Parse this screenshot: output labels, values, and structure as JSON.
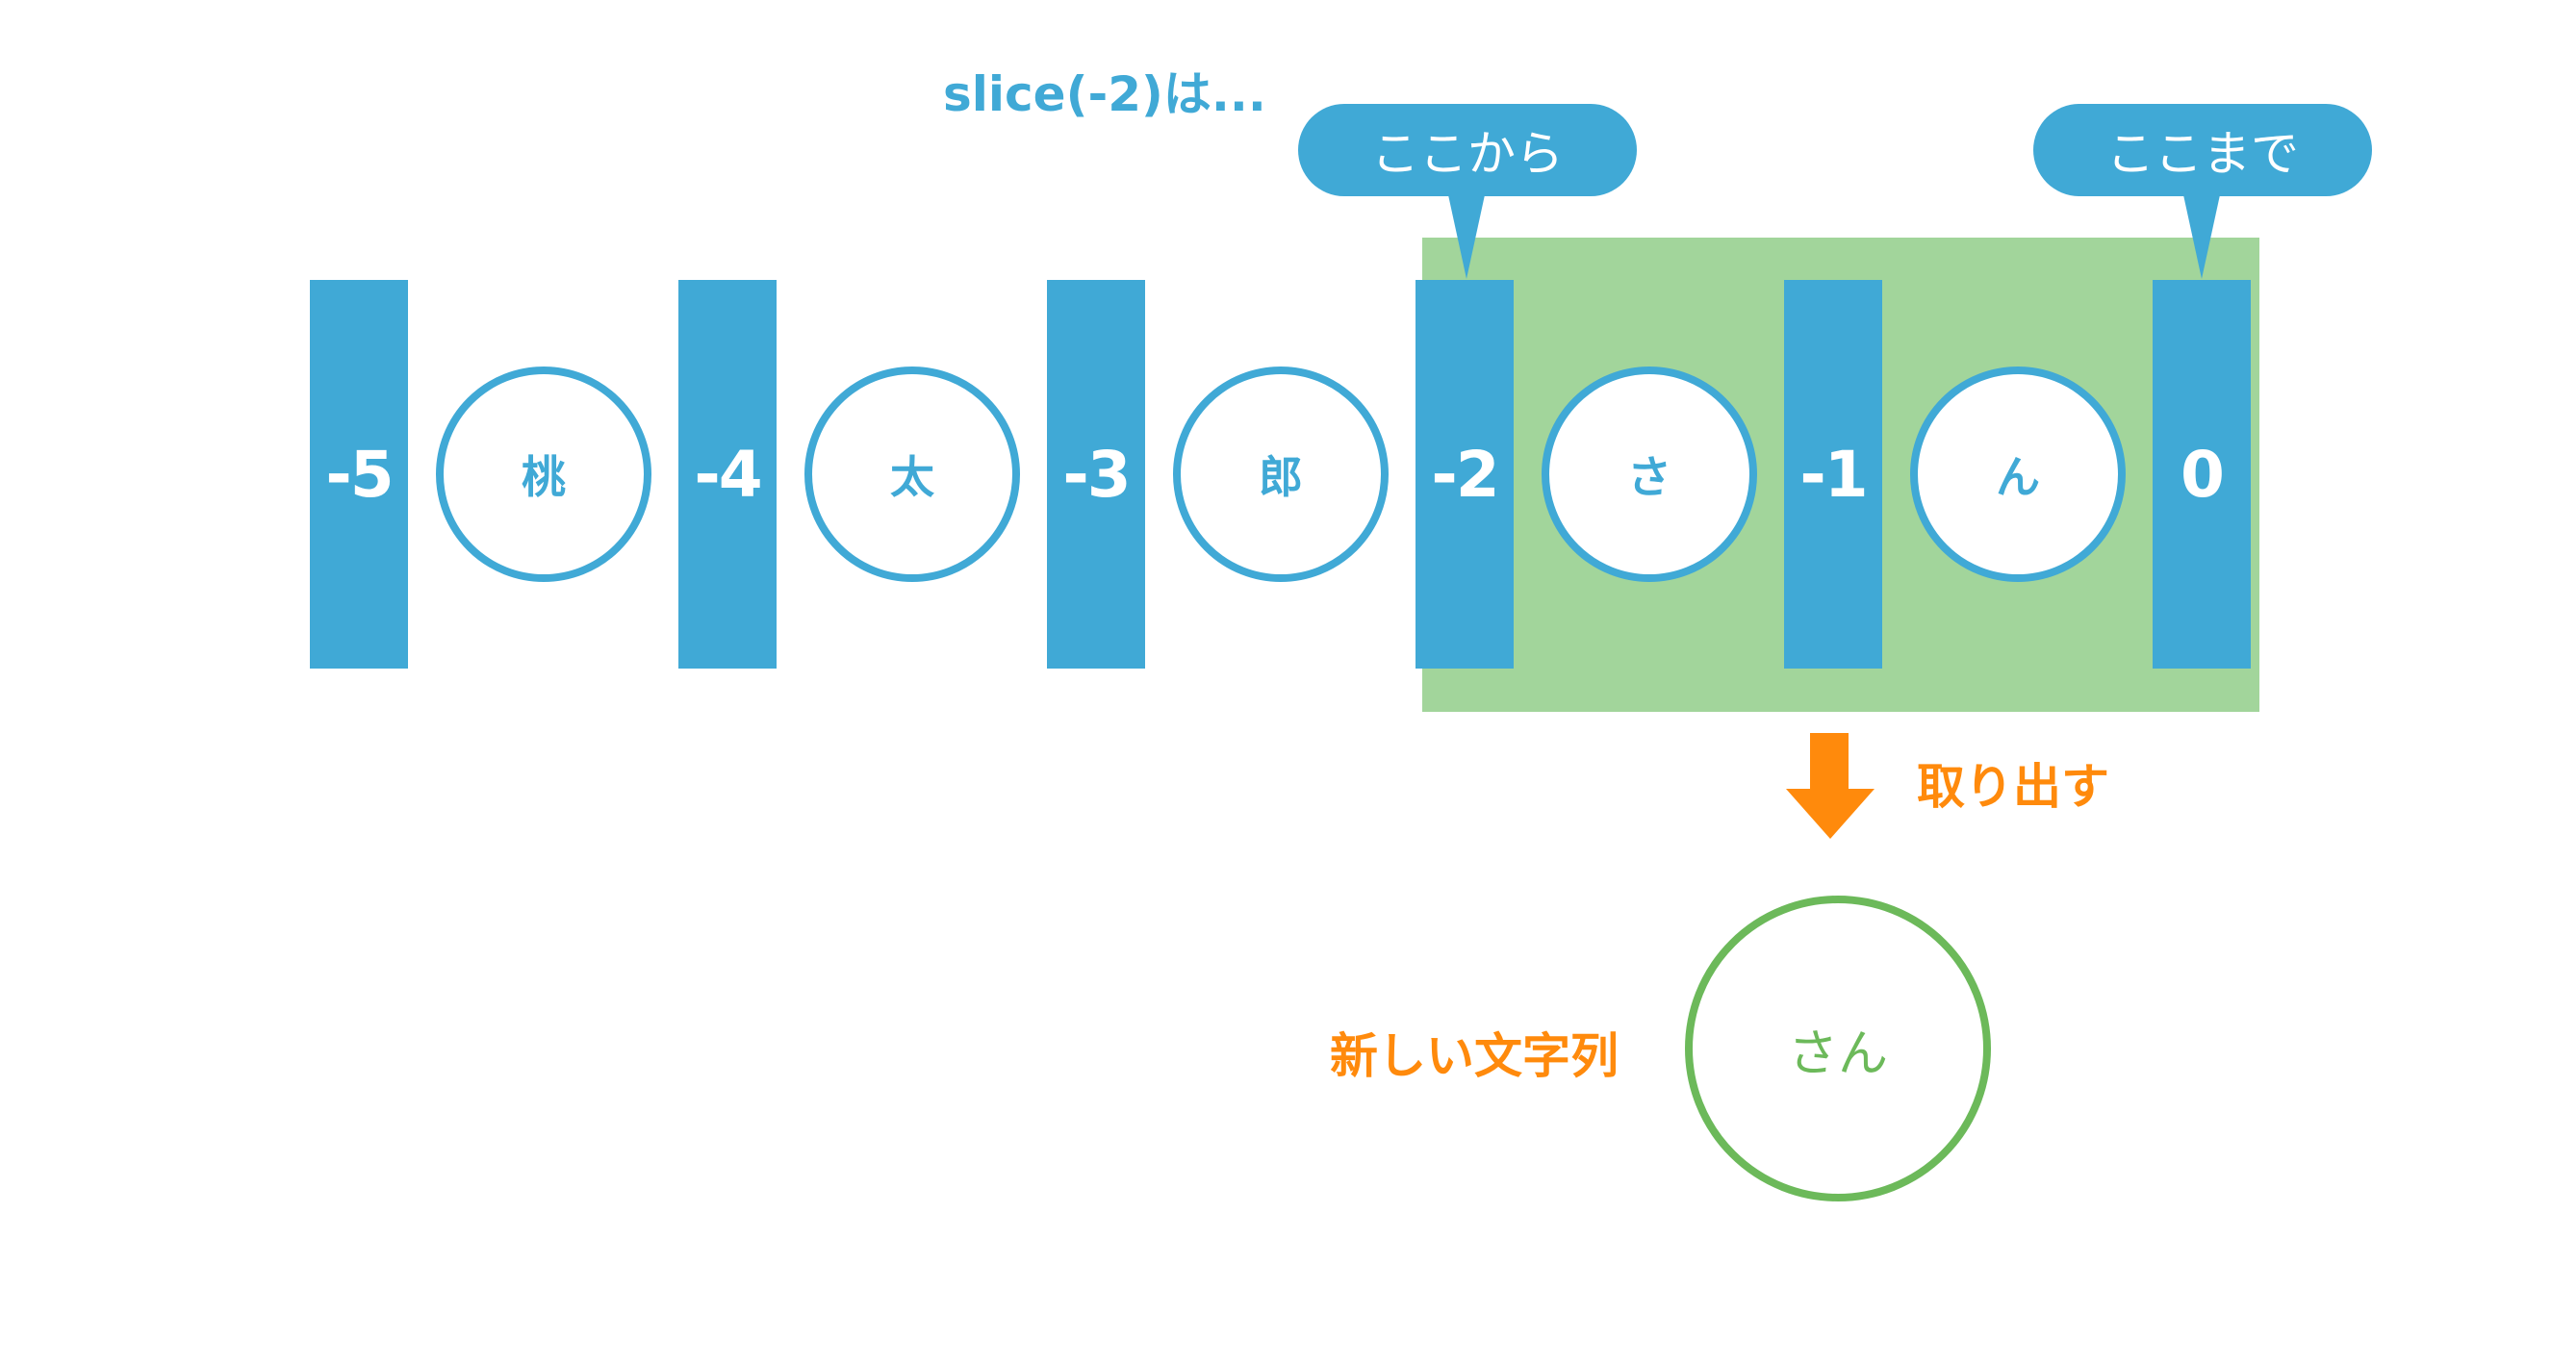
{
  "title": "slice(-2)は...",
  "indices": [
    "-5",
    "-4",
    "-3",
    "-2",
    "-1",
    "0"
  ],
  "characters": [
    "桃",
    "太",
    "郎",
    "さ",
    "ん"
  ],
  "callouts": {
    "start": "ここから",
    "end": "ここまで"
  },
  "extract_label": "取り出す",
  "result_label": "新しい文字列",
  "result_value": "さん",
  "colors": {
    "blue": "#40a9d6",
    "green_fill": "#a2d59b",
    "green_stroke": "#6cb95a",
    "orange": "#ff8a0c"
  }
}
